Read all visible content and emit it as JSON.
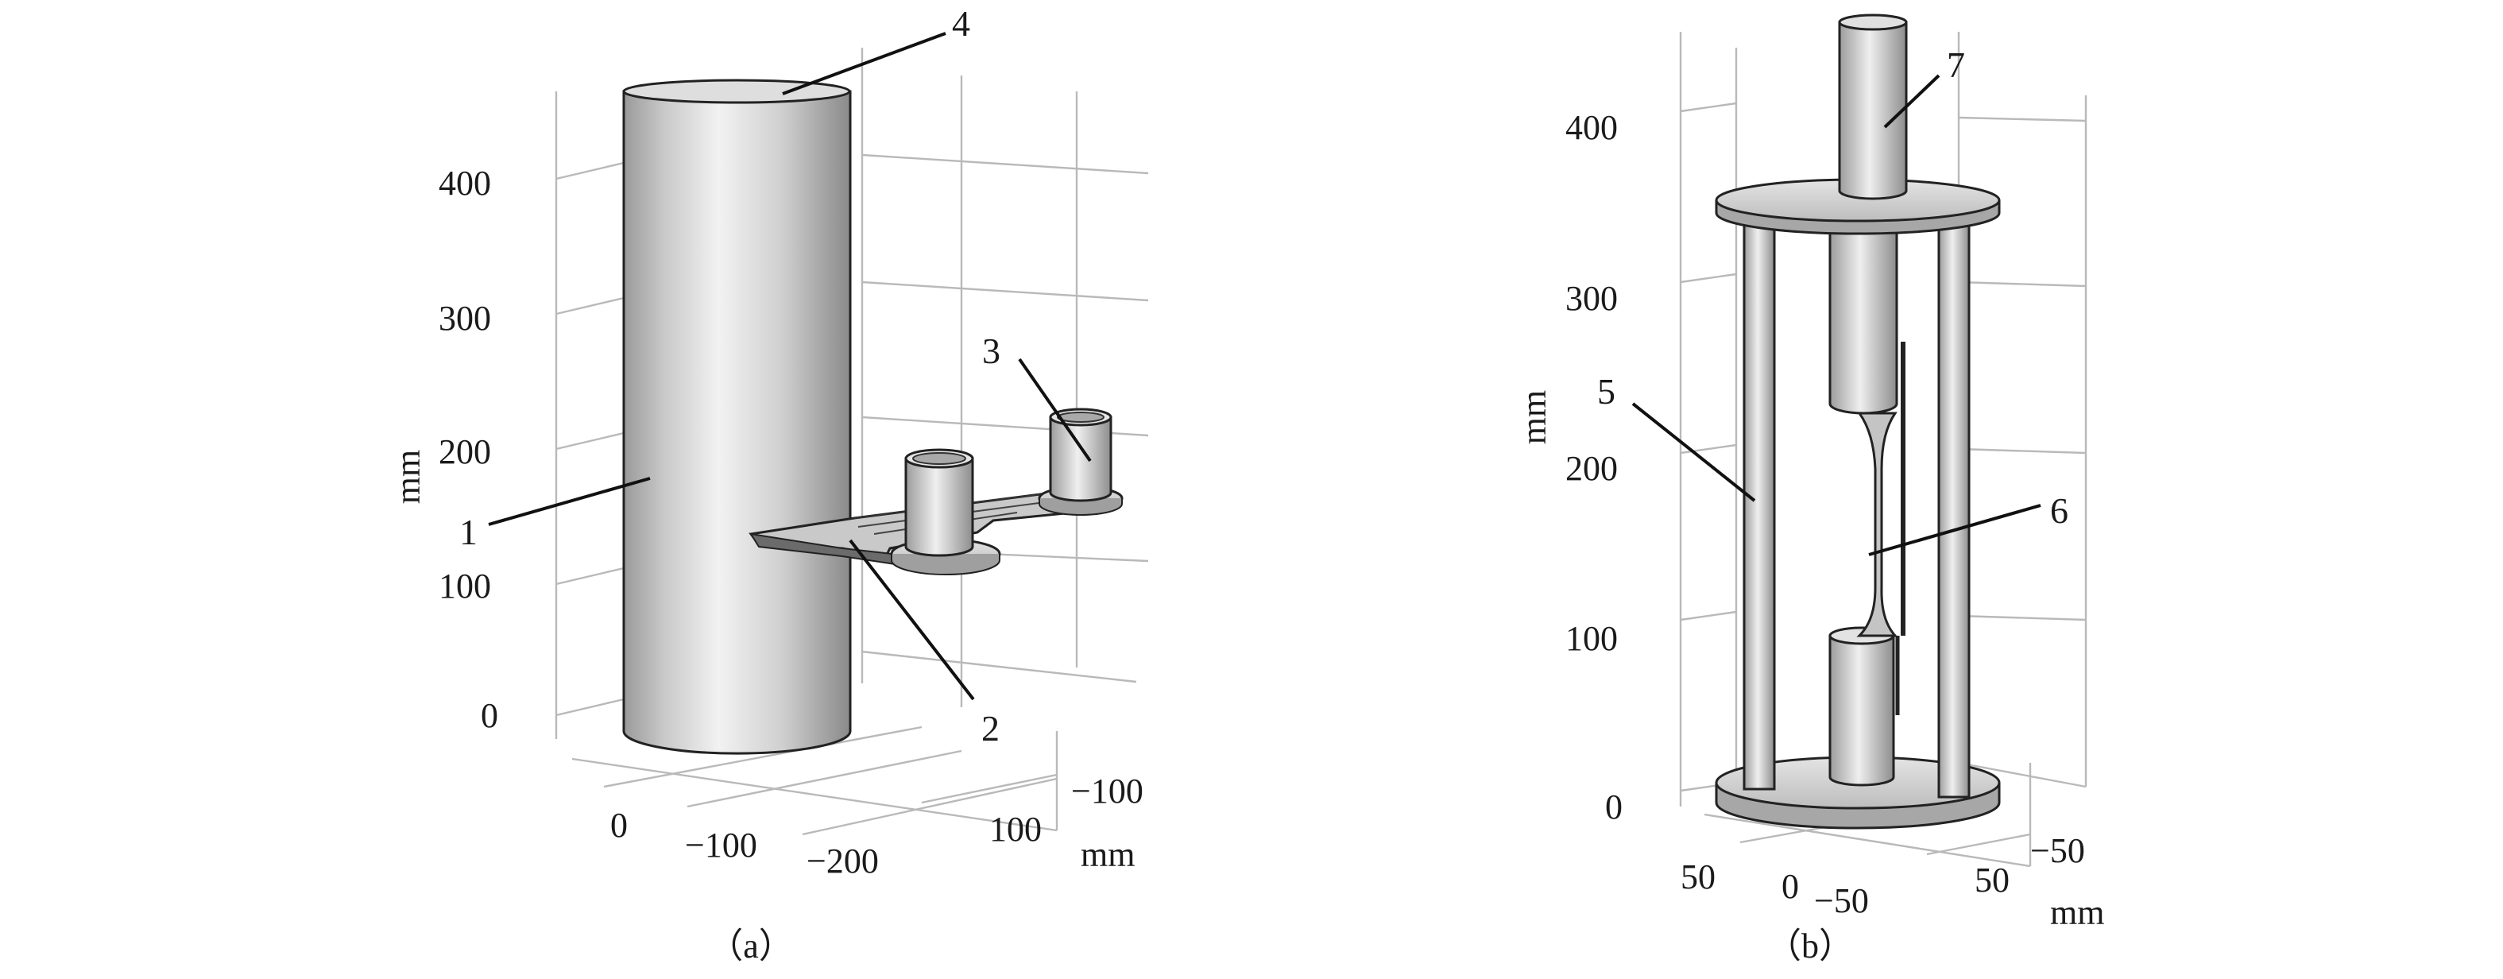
{
  "panel_a": {
    "caption": "（a）",
    "z_ticks": [
      "0",
      "100",
      "200",
      "300",
      "400"
    ],
    "z_unit": "mm",
    "x_ticks": [
      "0",
      "−100",
      "−200"
    ],
    "y_ticks": [
      "100",
      "−100"
    ],
    "xy_unit": "mm",
    "callouts": [
      "1",
      "2",
      "3",
      "4"
    ]
  },
  "panel_b": {
    "caption": "（b）",
    "z_ticks": [
      "0",
      "100",
      "200",
      "300",
      "400"
    ],
    "z_unit": "mm",
    "x_ticks": [
      "50",
      "0",
      "−50"
    ],
    "y_ticks": [
      "50",
      "−50"
    ],
    "xy_unit": "mm",
    "callouts": [
      "5",
      "6",
      "7"
    ]
  },
  "colors": {
    "grid": "#b9b9b9",
    "metal_light": "#eeeeee",
    "metal_dark": "#8f8f8f",
    "outline": "#222222"
  }
}
